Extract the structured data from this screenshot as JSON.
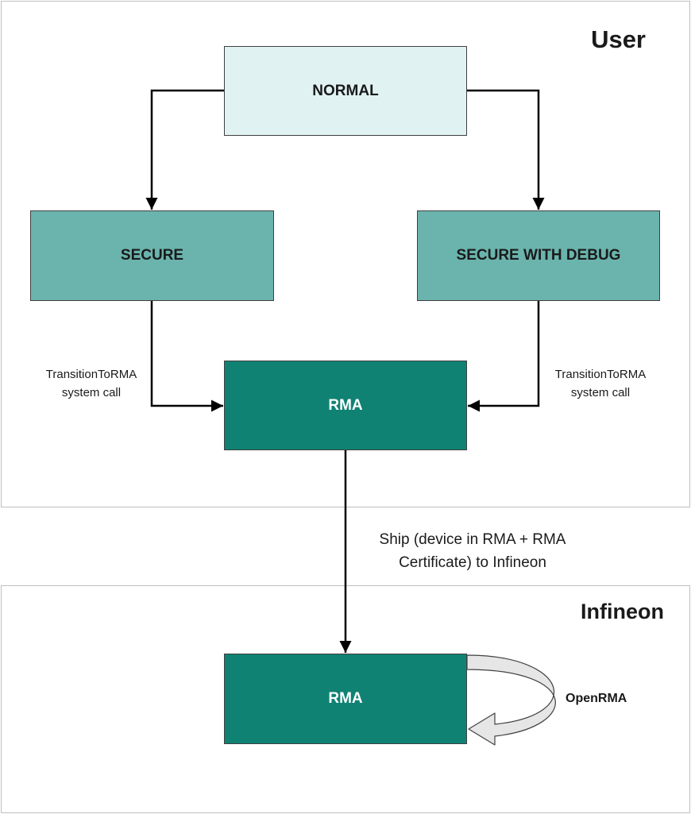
{
  "zones": {
    "user": {
      "title": "User"
    },
    "infineon": {
      "title": "Infineon"
    }
  },
  "states": {
    "normal": "NORMAL",
    "secure": "SECURE",
    "secure_with_debug": "SECURE WITH DEBUG",
    "rma_user": "RMA",
    "rma_infineon": "RMA"
  },
  "edges": {
    "transition_left": {
      "line1": "TransitionToRMA",
      "line2": "system call"
    },
    "transition_right": {
      "line1": "TransitionToRMA",
      "line2": "system call"
    },
    "ship": {
      "line1": "Ship (device in RMA + RMA",
      "line2": "Certificate) to Infineon"
    },
    "open_rma": "OpenRMA"
  },
  "colors": {
    "normal_fill": "#e0f3f2",
    "secure_fill": "#6ab4ad",
    "rma_fill": "#0f8274",
    "loop_fill": "#e6e6e6"
  }
}
